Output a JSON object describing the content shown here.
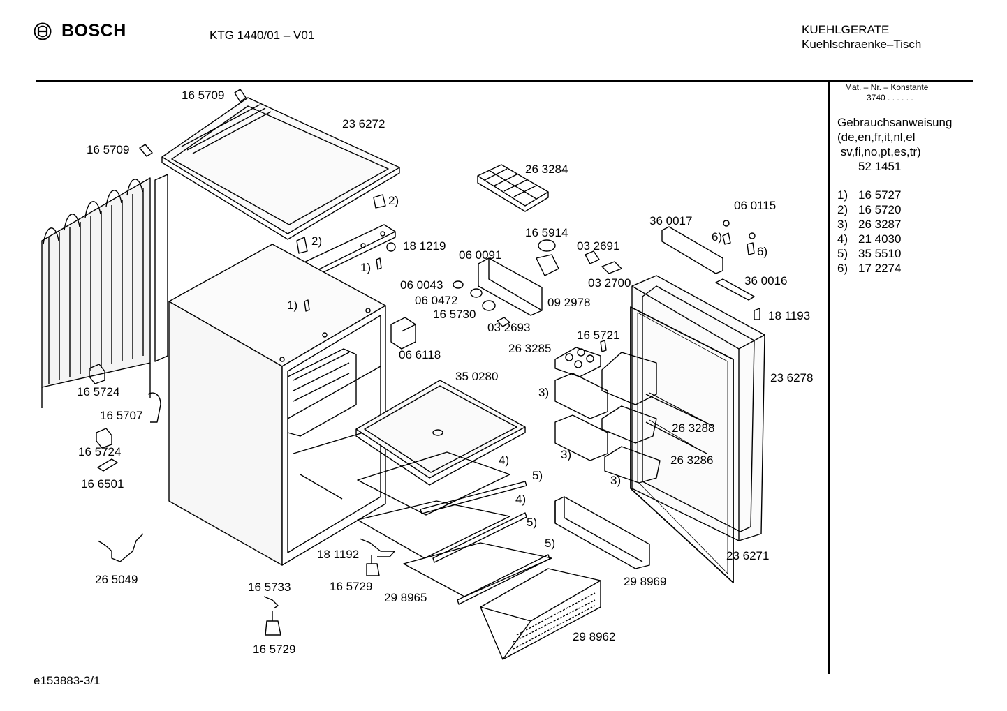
{
  "header": {
    "brand": "BOSCH",
    "model": "KTG 1440/01 – V01",
    "category": "KUEHLGERATE",
    "subcategory": "Kuehlschraenke–Tisch"
  },
  "sidebar": {
    "mat_nr_label": "Mat. – Nr. – Konstante",
    "konstante": "3740 . .   . . . .",
    "manual_lines": [
      "Gebrauchsanweisung",
      "(de,en,fr,it,nl,el",
      " sv,fi,no,pt,es,tr)"
    ],
    "manual_code": "52 1451",
    "notes": [
      {
        "n": "1)",
        "part": "16 5727"
      },
      {
        "n": "2)",
        "part": "16 5720"
      },
      {
        "n": "3)",
        "part": "26 3287"
      },
      {
        "n": "4)",
        "part": "21 4030"
      },
      {
        "n": "5)",
        "part": "35 5510"
      },
      {
        "n": "6)",
        "part": "17 2274"
      }
    ]
  },
  "labels": {
    "cap_screw_top": "16 5709",
    "top_cover": "23 6272",
    "cap_screw_left": "16 5709",
    "ice_tray": "26 3284",
    "note2a": "2)",
    "note2b": "2)",
    "part_181219": "18 1219",
    "note1a": "1)",
    "note1b": "1)",
    "thermostat_cap": "16 5914",
    "part_060091": "06 0091",
    "part_032691": "03 2691",
    "part_032700": "03 2700",
    "part_060043": "06 0043",
    "part_060472": "06 0472",
    "part_165730": "16 5730",
    "part_092978": "09 2978",
    "part_032693": "03 2693",
    "part_066118": "06 6118",
    "part_360017": "36 0017",
    "part_060115": "06 0115",
    "note6a": "6)",
    "note6b": "6)",
    "part_360016": "36 0016",
    "part_181193": "18 1193",
    "part_165721": "16 5721",
    "egg_tray": "26 3285",
    "door": "23 6278",
    "shelf": "35 0280",
    "feet_block_1": "16 5724",
    "power_cord_clip": "16 5707",
    "feet_block_2": "16 5724",
    "tube": "16 6501",
    "power_cord": "26 5049",
    "note3a": "3)",
    "note3b": "3)",
    "note3c": "3)",
    "shelf_263288": "26 3288",
    "shelf_263286": "26 3286",
    "note4a": "4)",
    "note4b": "4)",
    "note5a": "5)",
    "note5b": "5)",
    "note5c": "5)",
    "part_181192": "18 1192",
    "part_165729a": "16 5729",
    "part_165733": "16 5733",
    "glass_298965": "29 8965",
    "bottle_298969": "29 8969",
    "gasket_236271": "23 6271",
    "crisper_298962": "29 8962",
    "part_165729b": "16 5729"
  },
  "footer": {
    "code": "e153883-3/1"
  }
}
